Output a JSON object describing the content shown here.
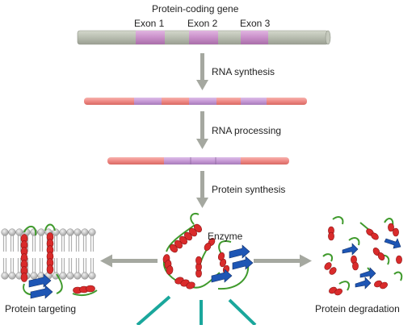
{
  "labels": {
    "gene_title": "Protein-coding gene",
    "exons": [
      "Exon 1",
      "Exon 2",
      "Exon 3"
    ],
    "steps": [
      "RNA synthesis",
      "RNA processing",
      "Protein synthesis"
    ],
    "enzyme": "Enzyme",
    "protein_targeting": "Protein targeting",
    "protein_degradation": "Protein degradation"
  },
  "colors": {
    "gene": "#b8bdb0",
    "exon": "#c98fc9",
    "rna": "#ef8a86",
    "rna_exon": "#c79ad6",
    "arrow": "#a5a8a0",
    "helix": "#d92b2b",
    "strand": "#1e56b5",
    "loop": "#3f9a2c",
    "branch": "#1aa79c",
    "membrane_head": "#b9b9b9"
  },
  "icons": [
    "gene-bar",
    "pre-mrna-bar",
    "mrna-bar",
    "enzyme-protein-icon",
    "membrane-icon",
    "protein-fragments-icon"
  ]
}
